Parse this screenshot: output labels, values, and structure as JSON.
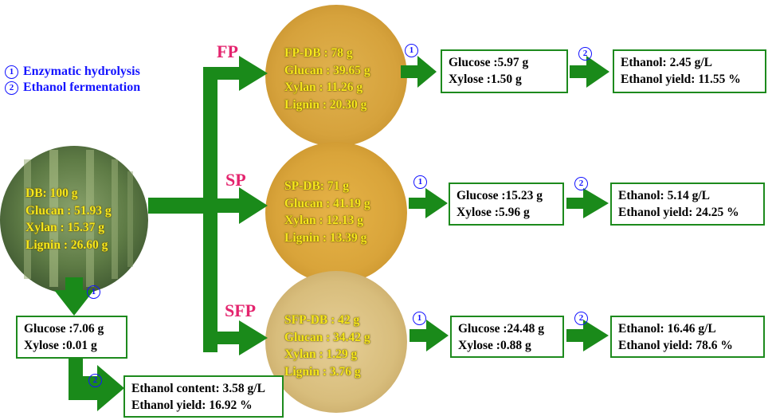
{
  "legend": {
    "items": [
      {
        "num": "1",
        "label": "Enzymatic hydrolysis"
      },
      {
        "num": "2",
        "label": "Ethanol fermentation"
      }
    ]
  },
  "raw": {
    "lines": [
      "DB: 100 g",
      "Glucan : 51.93 g",
      "Xylan : 15.37 g",
      "Lignin : 26.60 g"
    ],
    "hydrolysis": [
      "Glucose :7.06 g",
      "Xylose :0.01 g"
    ],
    "fermentation": [
      "Ethanol content: 3.58 g/L",
      "Ethanol yield: 16.92 %"
    ]
  },
  "pretreatments": [
    {
      "label": "FP",
      "lines": [
        "FP-DB : 78 g",
        "Glucan : 39.65 g",
        "Xylan : 11.26 g",
        "Lignin : 20.30 g"
      ],
      "hydrolysis": [
        "Glucose :5.97 g",
        "Xylose :1.50 g"
      ],
      "fermentation": [
        "Ethanol: 2.45 g/L",
        "Ethanol yield: 11.55 %"
      ]
    },
    {
      "label": "SP",
      "lines": [
        "SP-DB: 71 g",
        "Glucan : 41.19 g",
        "Xylan : 12.13 g",
        "Lignin : 13.39 g"
      ],
      "hydrolysis": [
        "Glucose :15.23 g",
        "Xylose :5.96 g"
      ],
      "fermentation": [
        "Ethanol: 5.14 g/L",
        "Ethanol yield: 24.25 %"
      ]
    },
    {
      "label": "SFP",
      "lines": [
        "SFP-DB : 42 g",
        "Glucan : 34.42 g",
        "Xylan : 1.29 g",
        "Lignin : 3.76 g"
      ],
      "hydrolysis": [
        "Glucose :24.48 g",
        "Xylose :0.88 g"
      ],
      "fermentation": [
        "Ethanol: 16.46 g/L",
        "Ethanol yield: 78.6 %"
      ]
    }
  ],
  "step_markers": [
    "1",
    "2"
  ],
  "colors": {
    "arrow_green": "#1a8a1a",
    "box_border": "#1d8a1d",
    "legend_blue": "#1414ff",
    "label_pink": "#e4246e",
    "composition_yellow": "#f7e81c",
    "fp_powder": "#d6a23c",
    "sp_powder": "#d9a43a",
    "sfp_powder": "#d8bd7c",
    "bamboo_green": "#5e7b45"
  }
}
